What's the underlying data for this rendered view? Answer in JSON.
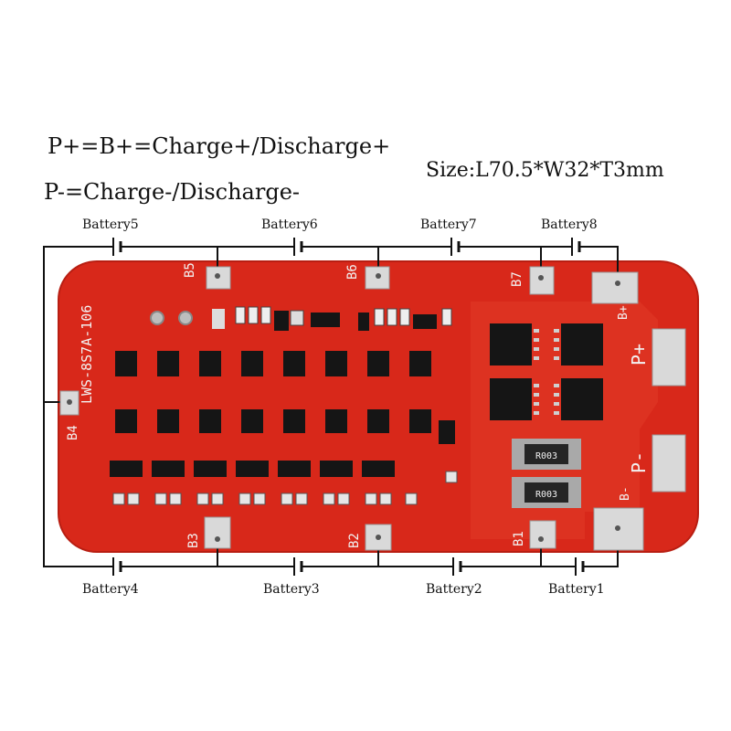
{
  "header": {
    "positive": "P+=B+=Charge+/Discharge+",
    "negative": "P-=Charge-/Discharge-",
    "size": "Size:L70.5*W32*T3mm"
  },
  "batteries": {
    "top": [
      "Battery5",
      "Battery6",
      "Battery7",
      "Battery8"
    ],
    "bottom": [
      "Battery4",
      "Battery3",
      "Battery2",
      "Battery1"
    ]
  },
  "board": {
    "model": "LWS-8S7A-106",
    "pads": {
      "b1": "B1",
      "b2": "B2",
      "b3": "B3",
      "b4": "B4",
      "b5": "B5",
      "b6": "B6",
      "b7": "B7",
      "b_plus": "B+",
      "b_minus": "B-",
      "p_plus": "P+",
      "p_minus": "P-"
    },
    "chip_label": "R003",
    "colors": {
      "board": "#d8281a",
      "pad": "#d9d9d9",
      "ic": "#151515",
      "silk": "#f2f2f2"
    }
  }
}
